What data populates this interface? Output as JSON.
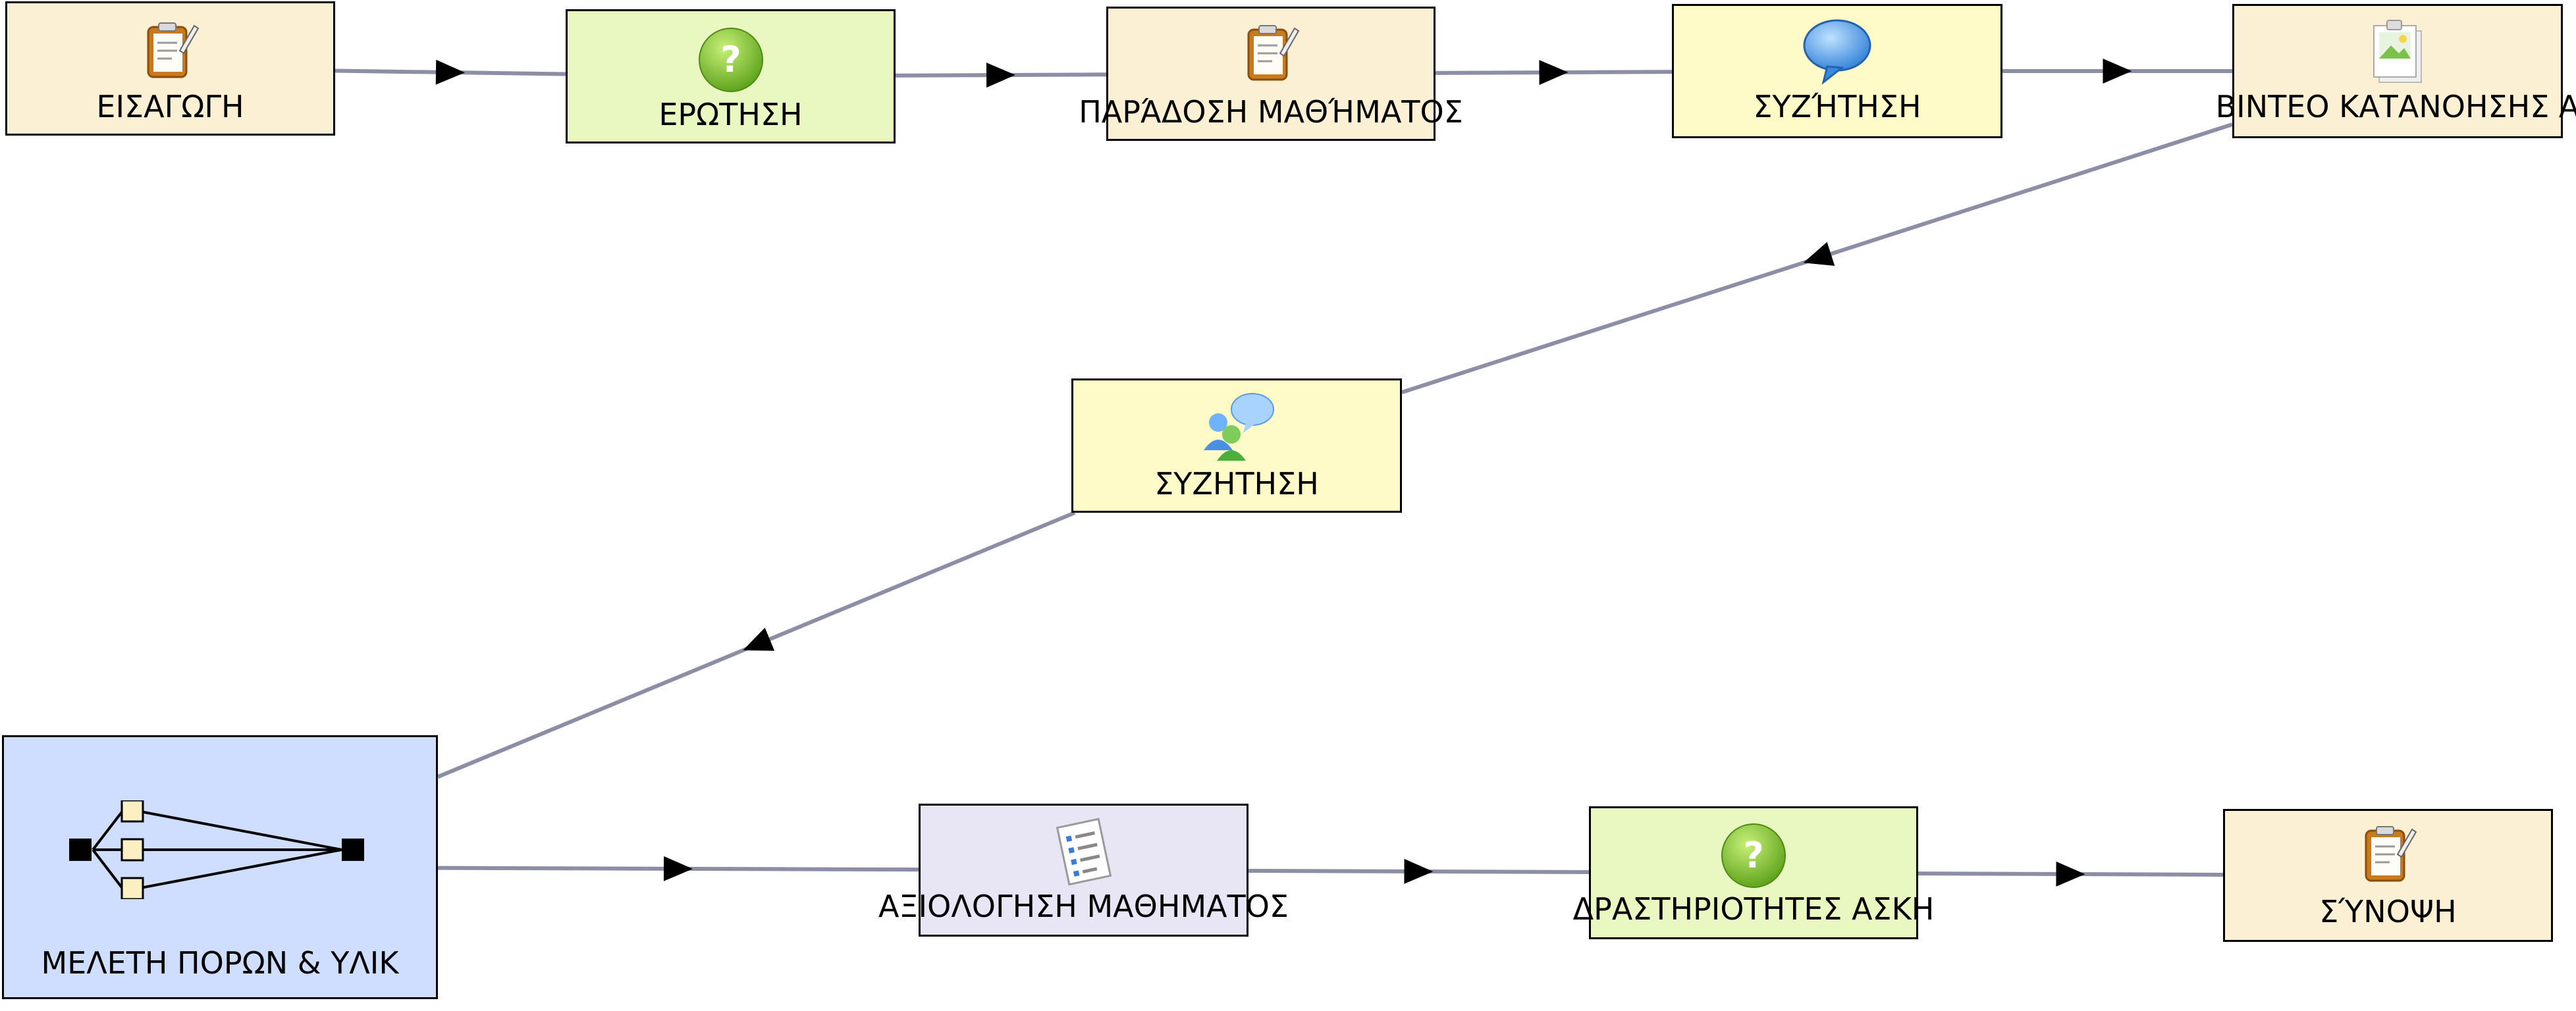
{
  "colors": {
    "edge": "#8c8ea6",
    "arrow": "#000000",
    "node_border": "#000000",
    "activity": "#fcf0d4",
    "question": "#e8f8c0",
    "discussion": "#fefbc8",
    "assessment": "#e8e6f4",
    "branching": "#cfdeff"
  },
  "nodes": [
    {
      "id": "n1",
      "name": "node-eisagogi",
      "kind": "activity",
      "label": "ΕΙΣΑΓΩΓΗ",
      "icon": "notebook-icon"
    },
    {
      "id": "n2",
      "name": "node-erotisi",
      "kind": "question",
      "label": "ΕΡΩΤΗΣΗ",
      "icon": "question-icon"
    },
    {
      "id": "n3",
      "name": "node-paradosi-mathimatos",
      "kind": "activity",
      "label": "ΠΑΡΆΔΟΣΗ ΜΑΘΉΜΑΤΟΣ",
      "icon": "notebook-icon"
    },
    {
      "id": "n4",
      "name": "node-syzitisi-1",
      "kind": "discussion",
      "label": "ΣΥΖΉΤΗΣΗ",
      "icon": "speech-bubble-icon"
    },
    {
      "id": "n5",
      "name": "node-vinteo-katanoisis",
      "kind": "activity",
      "label": "ΒΙΝΤΕΟ ΚΑΤΑΝΟΗΣΗΣ Α",
      "icon": "image-icon"
    },
    {
      "id": "n6",
      "name": "node-syzitisi-2",
      "kind": "discussion",
      "label": "ΣΥΖΗΤΗΣΗ",
      "icon": "chat-users-icon"
    },
    {
      "id": "n7",
      "name": "node-meleti-poron",
      "kind": "branching",
      "label": "ΜΕΛΕΤΗ ΠΟΡΩΝ & ΥΛΙΚ",
      "icon": "branching-icon"
    },
    {
      "id": "n8",
      "name": "node-axiologisi-mathimatos",
      "kind": "assessment",
      "label": "ΑΞΙΟΛΟΓΗΣΗ ΜΑΘΗΜΑΤΟΣ",
      "icon": "checklist-icon"
    },
    {
      "id": "n9",
      "name": "node-drastiriotites-askisis",
      "kind": "question",
      "label": "ΔΡΑΣΤΗΡΙΟΤΗΤΕΣ ΑΣΚΗ",
      "icon": "question-icon"
    },
    {
      "id": "n10",
      "name": "node-synopsi",
      "kind": "activity",
      "label": "ΣΎΝΟΨΗ",
      "icon": "notebook-icon"
    }
  ],
  "edges": [
    {
      "from": "n1",
      "to": "n2"
    },
    {
      "from": "n2",
      "to": "n3"
    },
    {
      "from": "n3",
      "to": "n4"
    },
    {
      "from": "n4",
      "to": "n5"
    },
    {
      "from": "n5",
      "to": "n6"
    },
    {
      "from": "n6",
      "to": "n7"
    },
    {
      "from": "n7",
      "to": "n8"
    },
    {
      "from": "n8",
      "to": "n9"
    },
    {
      "from": "n9",
      "to": "n10"
    }
  ]
}
